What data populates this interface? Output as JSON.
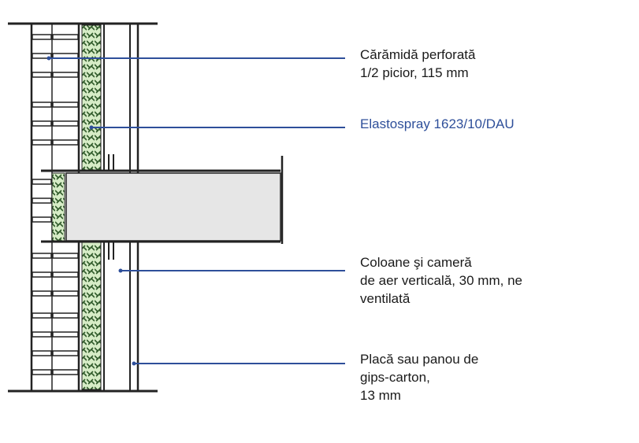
{
  "labels": {
    "brick": {
      "line1": "Cărămidă perforată",
      "line2": "1/2 picior, 115 mm"
    },
    "elastospray": {
      "line1": "Elastospray 1623/10/DAU"
    },
    "air_chamber": {
      "line1": "Coloane şi cameră",
      "line2": "de aer verticală, 30 mm, ne",
      "line3": "ventilată"
    },
    "gips": {
      "line1": "Placă sau panou de",
      "line2": "gips-carton,",
      "line3": "13 mm"
    }
  },
  "colors": {
    "leader_line": "#2e4f9a",
    "insulation_fill": "#d6ecc6",
    "insulation_pattern": "#2f5a2a",
    "beam_fill": "#e6e6e6",
    "stroke": "#222222"
  }
}
